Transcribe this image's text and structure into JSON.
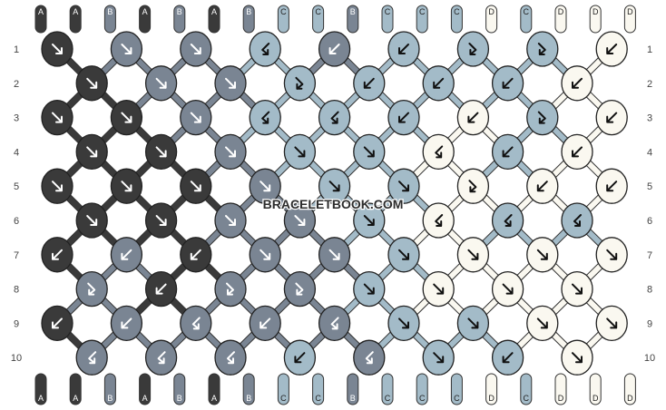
{
  "watermark": "BRACELETBOOK.COM",
  "colors": {
    "A": "#3a3a3a",
    "B": "#7a8593",
    "C": "#a3bbc8",
    "D": "#faf8f0",
    "outline": "#222222",
    "arrow_light": "#ffffff",
    "arrow_dark": "#111111"
  },
  "strings_top": [
    "A",
    "A",
    "B",
    "A",
    "B",
    "A",
    "B",
    "C",
    "C",
    "B",
    "C",
    "C",
    "C",
    "D",
    "C",
    "D",
    "D",
    "D"
  ],
  "strings_bottom": [
    "A",
    "A",
    "B",
    "A",
    "B",
    "A",
    "B",
    "C",
    "C",
    "B",
    "C",
    "C",
    "C",
    "D",
    "C",
    "D",
    "D",
    "D"
  ],
  "row_labels": [
    "1",
    "2",
    "3",
    "4",
    "5",
    "6",
    "7",
    "8",
    "9",
    "10"
  ],
  "rows": [
    [
      {
        "c": "A",
        "a": "f"
      },
      {
        "c": "B",
        "a": "f"
      },
      {
        "c": "B",
        "a": "f"
      },
      {
        "c": "C",
        "a": "bb"
      },
      {
        "c": "B",
        "a": "b"
      },
      {
        "c": "C",
        "a": "b"
      },
      {
        "c": "C",
        "a": "fb"
      },
      {
        "c": "C",
        "a": "fb"
      },
      {
        "c": "D",
        "a": "b"
      }
    ],
    [
      {
        "c": "A",
        "a": "f"
      },
      {
        "c": "B",
        "a": "f"
      },
      {
        "c": "B",
        "a": "f"
      },
      {
        "c": "C",
        "a": "fb"
      },
      {
        "c": "C",
        "a": "b"
      },
      {
        "c": "C",
        "a": "b"
      },
      {
        "c": "C",
        "a": "b"
      },
      {
        "c": "D",
        "a": "b"
      }
    ],
    [
      {
        "c": "A",
        "a": "f"
      },
      {
        "c": "A",
        "a": "f"
      },
      {
        "c": "B",
        "a": "f"
      },
      {
        "c": "C",
        "a": "bb"
      },
      {
        "c": "C",
        "a": "bb"
      },
      {
        "c": "C",
        "a": "b"
      },
      {
        "c": "D",
        "a": "b"
      },
      {
        "c": "C",
        "a": "fb"
      },
      {
        "c": "D",
        "a": "b"
      }
    ],
    [
      {
        "c": "A",
        "a": "f"
      },
      {
        "c": "A",
        "a": "f"
      },
      {
        "c": "B",
        "a": "f"
      },
      {
        "c": "C",
        "a": "f"
      },
      {
        "c": "C",
        "a": "f"
      },
      {
        "c": "D",
        "a": "bb"
      },
      {
        "c": "C",
        "a": "b"
      },
      {
        "c": "D",
        "a": "b"
      }
    ],
    [
      {
        "c": "A",
        "a": "f"
      },
      {
        "c": "A",
        "a": "f"
      },
      {
        "c": "A",
        "a": "f"
      },
      {
        "c": "B",
        "a": "f"
      },
      {
        "c": "C",
        "a": "f"
      },
      {
        "c": "C",
        "a": "f"
      },
      {
        "c": "D",
        "a": "fb"
      },
      {
        "c": "D",
        "a": "b"
      },
      {
        "c": "D",
        "a": "b"
      }
    ],
    [
      {
        "c": "A",
        "a": "f"
      },
      {
        "c": "A",
        "a": "f"
      },
      {
        "c": "B",
        "a": "f"
      },
      {
        "c": "B",
        "a": "f"
      },
      {
        "c": "C",
        "a": "f"
      },
      {
        "c": "D",
        "a": "bb"
      },
      {
        "c": "C",
        "a": "bb"
      },
      {
        "c": "C",
        "a": "bb"
      }
    ],
    [
      {
        "c": "A",
        "a": "b"
      },
      {
        "c": "B",
        "a": "b"
      },
      {
        "c": "A",
        "a": "b"
      },
      {
        "c": "B",
        "a": "f"
      },
      {
        "c": "B",
        "a": "f"
      },
      {
        "c": "C",
        "a": "f"
      },
      {
        "c": "D",
        "a": "f"
      },
      {
        "c": "D",
        "a": "f"
      },
      {
        "c": "D",
        "a": "f"
      }
    ],
    [
      {
        "c": "B",
        "a": "fb"
      },
      {
        "c": "A",
        "a": "b"
      },
      {
        "c": "B",
        "a": "fb"
      },
      {
        "c": "B",
        "a": "fb"
      },
      {
        "c": "C",
        "a": "f"
      },
      {
        "c": "D",
        "a": "f"
      },
      {
        "c": "D",
        "a": "f"
      },
      {
        "c": "D",
        "a": "f"
      }
    ],
    [
      {
        "c": "A",
        "a": "b"
      },
      {
        "c": "B",
        "a": "b"
      },
      {
        "c": "B",
        "a": "bb"
      },
      {
        "c": "B",
        "a": "b"
      },
      {
        "c": "B",
        "a": "bb"
      },
      {
        "c": "C",
        "a": "f"
      },
      {
        "c": "C",
        "a": "f"
      },
      {
        "c": "D",
        "a": "f"
      },
      {
        "c": "D",
        "a": "f"
      }
    ],
    [
      {
        "c": "B",
        "a": "bb"
      },
      {
        "c": "B",
        "a": "bb"
      },
      {
        "c": "B",
        "a": "bb"
      },
      {
        "c": "C",
        "a": "b"
      },
      {
        "c": "B",
        "a": "bb"
      },
      {
        "c": "C",
        "a": "f"
      },
      {
        "c": "C",
        "a": "b"
      },
      {
        "c": "D",
        "a": "f"
      }
    ]
  ]
}
